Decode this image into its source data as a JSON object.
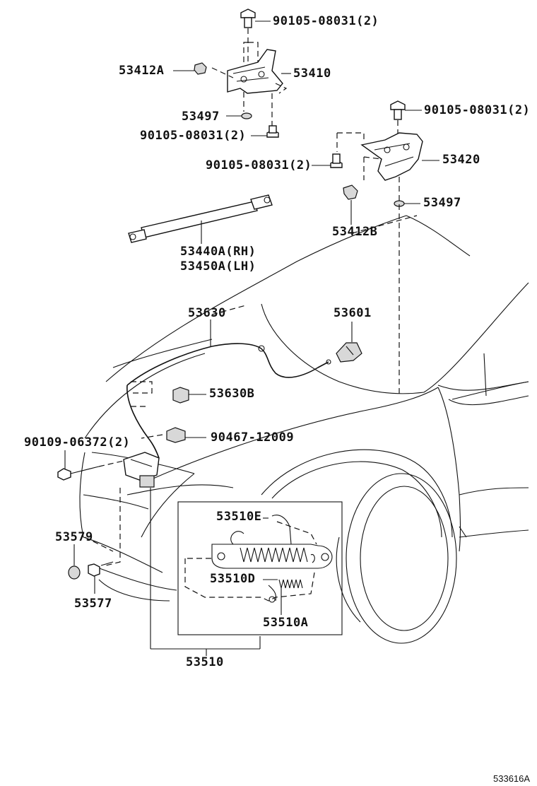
{
  "labels": {
    "bolt_top": "90105-08031(2)",
    "hinge_lh_clip": "53412A",
    "hinge_lh": "53410",
    "washer_lh": "53497",
    "bolt_lh_lower": "90105-08031(2)",
    "bolt_rh_top": "90105-08031(2)",
    "bolt_rh_mid": "90105-08031(2)",
    "hinge_rh": "53420",
    "washer_rh": "53497",
    "hinge_rh_clip": "53412B",
    "support_rh": "53440A(RH)",
    "support_lh": "53450A(LH)",
    "release_cable": "53630",
    "release_lever": "53601",
    "cable_clamp": "53630B",
    "clip": "90467-12009",
    "lock_bolt": "90109-06372(2)",
    "cushion": "53579",
    "stopper": "53577",
    "spring_e": "53510E",
    "spring_d": "53510D",
    "lock_sub": "53510A",
    "lock_assy": "53510"
  },
  "diagram_ref": "533616A"
}
